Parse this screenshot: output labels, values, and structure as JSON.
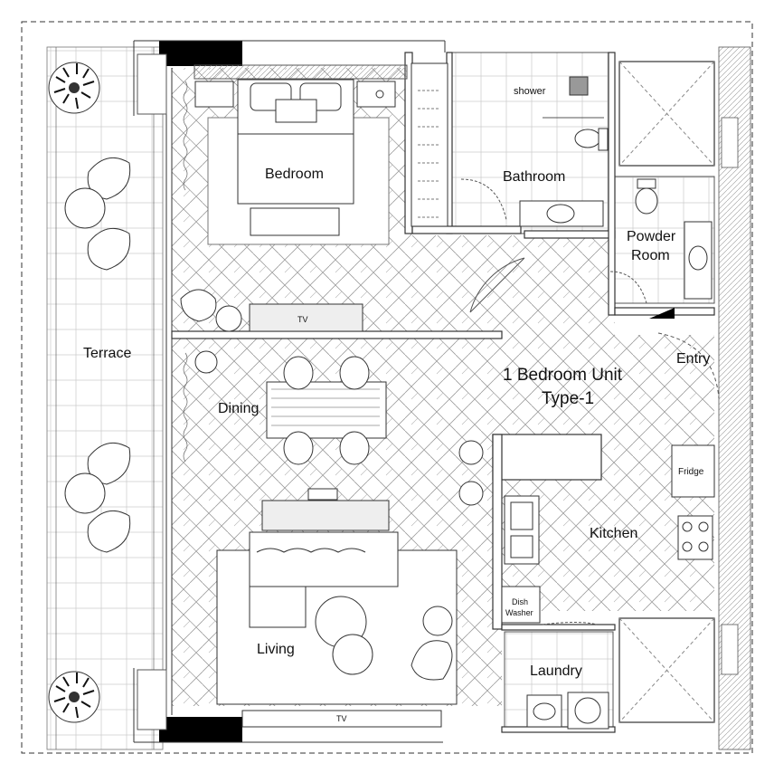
{
  "plan": {
    "title_line1": "1 Bedroom Unit",
    "title_line2": "Type-1"
  },
  "rooms": {
    "bedroom": "Bedroom",
    "bathroom": "Bathroom",
    "shower": "shower",
    "powder_line1": "Powder",
    "powder_line2": "Room",
    "terrace": "Terrace",
    "entry": "Entry",
    "dining": "Dining",
    "kitchen": "Kitchen",
    "fridge": "Fridge",
    "dishwasher_line1": "Dish",
    "dishwasher_line2": "Washer",
    "living": "Living",
    "laundry": "Laundry",
    "tv_bedroom": "TV",
    "tv_living": "TV"
  },
  "colors": {
    "line": "#333333",
    "wall_fill": "#000000",
    "background": "#ffffff"
  }
}
